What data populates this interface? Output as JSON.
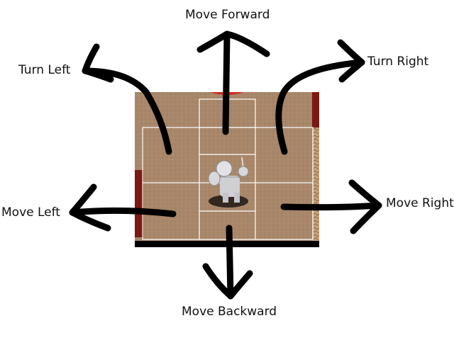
{
  "controls": {
    "move_forward": "Move Forward",
    "turn_left": "Turn Left",
    "turn_right": "Turn Right",
    "move_left": "Move Left",
    "move_right": "Move Right",
    "move_backward": "Move Backward"
  },
  "colors": {
    "floor": "#a8876a",
    "grid_line": "#ffffff",
    "arrow": "#000000",
    "wall_red": "#7a1a12",
    "rock": "#c7a27a",
    "marker_red": "#d42a1c"
  },
  "icons": {
    "character": "armored-knight-icon"
  }
}
